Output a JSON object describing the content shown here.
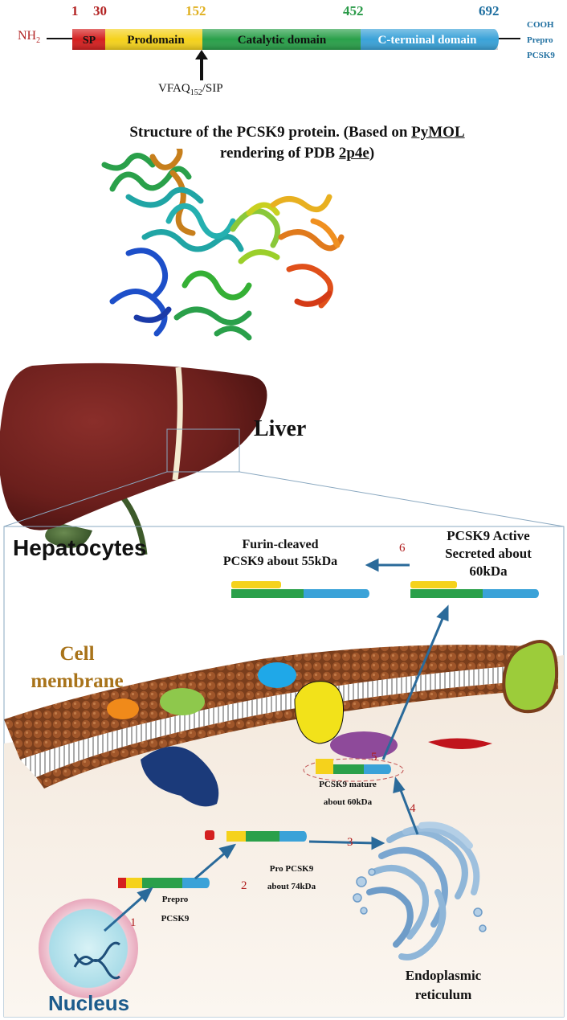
{
  "domain_bar": {
    "positions": [
      "1",
      "30",
      "152",
      "452",
      "692"
    ],
    "position_colors": [
      "#b22222",
      "#b22222",
      "#e0b020",
      "#2a9a48",
      "#1f6fa0"
    ],
    "nh2": "NH",
    "nh2_sub": "2",
    "segments": [
      "SP",
      "Prodomain",
      "Catalytic domain",
      "C-terminal domain"
    ],
    "cooh_lines": [
      "COOH",
      "Prepro",
      "PCSK9"
    ],
    "cleavage_prefix": "VFAQ",
    "cleavage_sub": "152",
    "cleavage_suffix": "/SIP"
  },
  "structure_caption": {
    "line1_prefix": "Structure of the PCSK9 protein. (Based on ",
    "line1_link": "PyMOL",
    "line2_prefix": "rendering of PDB ",
    "line2_link": "2p4e",
    "line2_suffix": ")"
  },
  "labels": {
    "liver": "Liver",
    "hepatocytes": "Hepatocytes",
    "cell_membrane_1": "Cell",
    "cell_membrane_2": "membrane",
    "nucleus": "Nucleus",
    "er_1": "Endoplasmic",
    "er_2": "reticulum",
    "furin_1": "Furin-cleaved",
    "furin_2": "PCSK9  about 55kDa",
    "active_1": "PCSK9 Active",
    "active_2": "Secreted about",
    "active_3": "60kDa",
    "mature_1": "PCSK9 mature",
    "mature_2": "about 60kDa",
    "pro_1": "Pro PCSK9",
    "pro_2": "about 74kDa",
    "prepro_1": "Prepro",
    "prepro_2": "PCSK9"
  },
  "steps": [
    "1",
    "2",
    "3",
    "4",
    "5",
    "6"
  ],
  "colors": {
    "sp": "#d42020",
    "prodomain": "#f5d21c",
    "catalytic": "#2aa04a",
    "cterminal": "#3aa2d8",
    "liver": "#6b1f1c",
    "arrow": "#2a6a9a",
    "step": "#b01c1c",
    "cell_membrane_text": "#a8731a",
    "nucleus_text": "#1d5c8c"
  }
}
